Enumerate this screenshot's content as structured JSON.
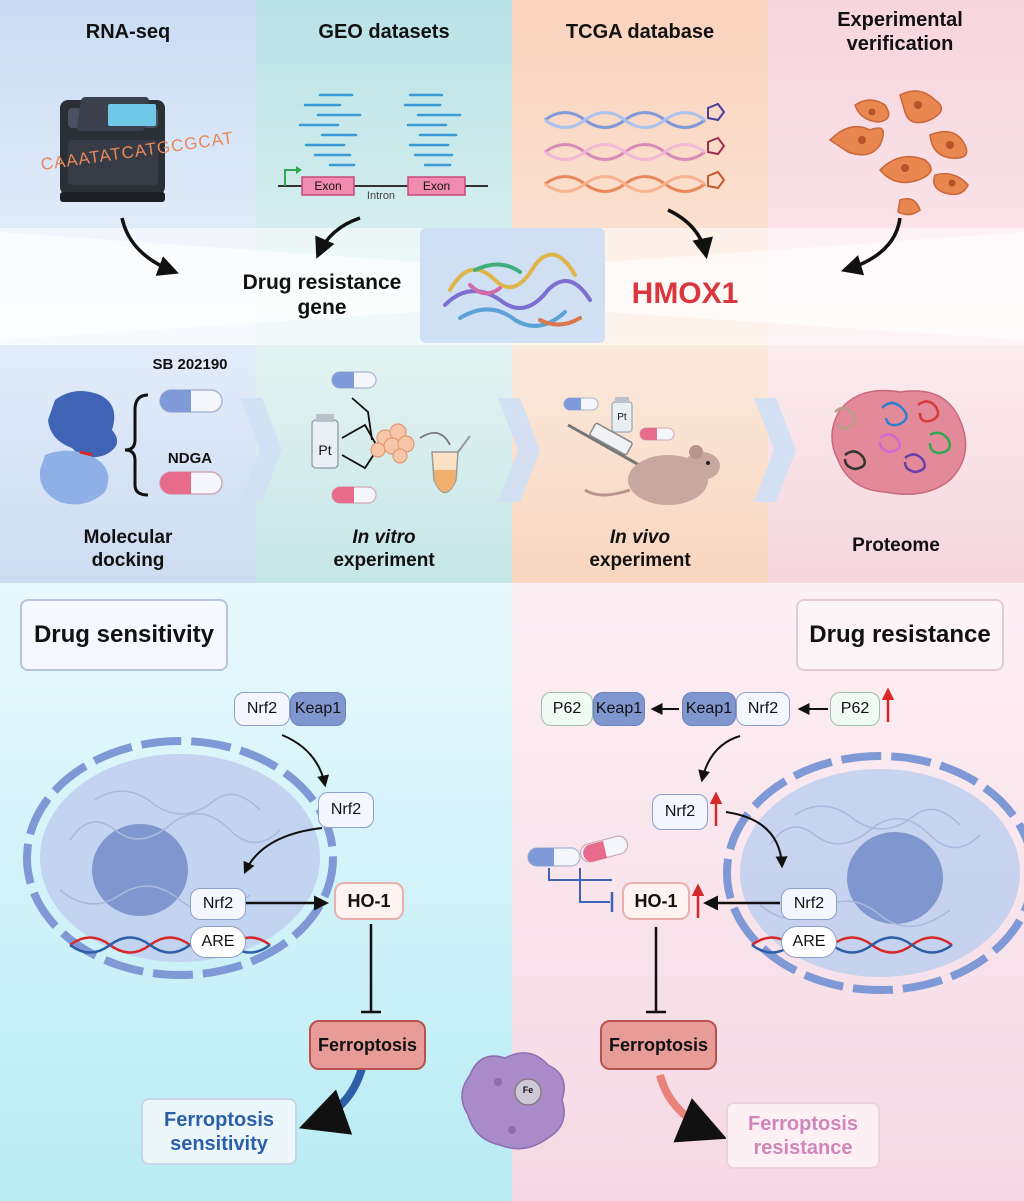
{
  "top_columns": {
    "rna_seq": "RNA-seq",
    "geo": "GEO datasets",
    "tcga": "TCGA database",
    "experimental": "Experimental verification"
  },
  "sequencer_text": "CAAATATCATGCGCAT",
  "geo_gene": {
    "exon": "Exon",
    "intron": "Intron"
  },
  "center": {
    "drug_resistance_gene": "Drug resistance gene",
    "hmox1": "HMOX1"
  },
  "docking": {
    "drug1": "SB 202190",
    "drug2": "NDGA"
  },
  "vial_label": "Pt",
  "steps": {
    "molecular_docking": "Molecular docking",
    "in_vitro_italic": "In vitro",
    "in_vitro_rest": "experiment",
    "in_vivo_italic": "In vivo",
    "in_vivo_rest": "experiment",
    "proteome": "Proteome"
  },
  "sensitivity": {
    "title": "Drug sensitivity",
    "nrf2": "Nrf2",
    "keap1": "Keap1",
    "nrf2_free": "Nrf2",
    "nrf2_nuclear": "Nrf2",
    "are": "ARE",
    "ho1": "HO-1",
    "ferroptosis": "Ferroptosis",
    "outcome": "Ferroptosis sensitivity"
  },
  "resistance": {
    "title": "Drug resistance",
    "p62_a": "P62",
    "keap1_a": "Keap1",
    "keap1_b": "Keap1",
    "nrf2_b": "Nrf2",
    "p62_b": "P62",
    "nrf2_free": "Nrf2",
    "nrf2_nuclear": "Nrf2",
    "are": "ARE",
    "ho1": "HO-1",
    "ferroptosis": "Ferroptosis",
    "outcome": "Ferroptosis resistance"
  },
  "iron_label": "Fe",
  "colors": {
    "rna_bg": "#dbe8f8",
    "geo_bg": "#cfeaea",
    "tcga_bg": "#fbdcc8",
    "exp_bg": "#f9dfe6",
    "sensitivity_bg": "#c8f0f6",
    "resistance_bg": "#f8dfe8",
    "hmox1": "#d9363e",
    "up_arrow": "#d62828",
    "sensitivity_outcome": "#2c5fa8",
    "resistance_outcome": "#cf86b8"
  },
  "icons": [
    "sequencer-icon",
    "gene-structure-icon",
    "dna-helix-icon",
    "cells-icon",
    "protein-structure-icon",
    "capsule-icon",
    "vial-icon",
    "cell-cluster-icon",
    "tube-icon",
    "syringe-icon",
    "mouse-icon",
    "proteome-icon",
    "cell-nucleus-icon",
    "iron-cell-icon"
  ]
}
